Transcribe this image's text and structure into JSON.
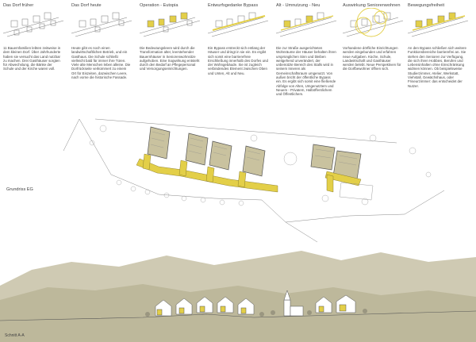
{
  "columns": [
    {
      "title": "Das Dorf früher",
      "text": "11 Bauernfamilien lebten zeitweise in dem kleinen Dorf. Über Jahrhunderte haben sie versucht das Land nutzbar zu machen. Drei Gasthäuser sorgten für Abwechslung, die Bänke der Schule und der Kirche waren voll."
    },
    {
      "title": "Das Dorf heute",
      "text": "Heute gibt es noch einen landwirtschaftlichen Betrieb, und ein Gasthaus. Die Schule schließt vielleicht bald für immer ihre Türen. Viele alte Menschen leben alleine. Die Dorfrückseite verkümmert zu einem Ort für Eiszeiten, dazwischen Leere, nach vorne die historische Fassade."
    },
    {
      "title": "Operation - Eutopia",
      "text": "Die Bedeutungsleere wird durch die Transformation alter, leerstehender Bauernhäuser in Seniorenwohnsitze aufgehoben. Eine Sogwirkung entsteht durch den Bedarf an Pflegepersonal und Versorgungseinrichtungen."
    },
    {
      "title": "Entwurfsgedanke Bypass",
      "text": "Ein Bypass erstreckt sich entlang der Häuser und dringt in sie ein. Es ergibt sich somit eine barrierefreie Erschließung innerhalb des Dorfes und der Wohngebäude. Sie ist zugleich verbindendes Element zwischen Oben und Unten, Alt und Neu."
    },
    {
      "title": "Alt - Umnutzung - Neu",
      "text": "Die zur Straße ausgerichteten Wohnräume der Häuser behalten ihren ursprünglichen Sinn und bleiben weitgehend unverändert, der unbenützte Bereich des Stalls wird in seinem Inneren als Gemeinschaftsraum umgenutzt. Von außen bricht der öffentliche Bypass ein. Es ergibt sich somit eine fließende Abfolge von Alten, Umgenutztem und Neuem - Privatem, Halböffentlichem und Öffentlichem."
    },
    {
      "title": "Auswirkung Seniorenwohnen",
      "text": "Vorhandene dörfliche Einrichtungen werden eingebunden und erfahren neue Aufgaben. Küche, Schule, Landwirtschaft und Gasthäuser werden belebt. Neue Perspektiven für die Dorfbewohner öffnen sich."
    },
    {
      "title": "Bewegungsfreiheit",
      "text": "An den Bypass schließen sich weitere Funktionsbereiche barrierefrei an. Sie stehen den Senioren zur Verfügung, die sich ihren Hobbies, Berufen und Lebensinhalten ohne Einschränkung widmen können. Ob beispielsweise Studierzimmer, Atelier, Werkstatt, Viehstall, Gewächshaus, oder Friseurzimmer: das entscheidet der Nutzer."
    }
  ],
  "plan_label": "Grundriss EG",
  "section_label": "Schnitt A-A",
  "colors": {
    "accent": "#e3cf48",
    "hatch": "#c9c29f",
    "mountain_far": "#cfcab3",
    "mountain_near": "#bdb89b",
    "line": "#555555"
  }
}
